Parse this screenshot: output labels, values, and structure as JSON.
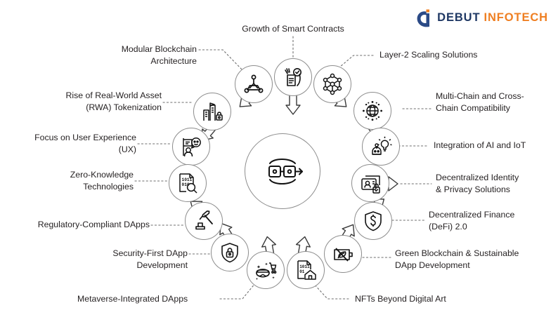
{
  "brand": {
    "name_primary": "DEBUT",
    "name_secondary": "INFOTECH",
    "logo_icon": "debut-d-mark-icon",
    "color_primary": "#1f3864",
    "color_secondary": "#ef7f22"
  },
  "diagram": {
    "type": "radial-hub-and-spoke",
    "center": {
      "icon": "blockchain-blocks-link-icon",
      "label": ""
    },
    "nodes": [
      {
        "id": "modular-blockchain-architecture",
        "label": "Modular Blockchain\nArchitecture",
        "icon": "modular-nodes-icon",
        "side": "top-left"
      },
      {
        "id": "growth-of-smart-contracts",
        "label": "Growth of Smart Contracts",
        "icon": "smart-contract-check-icon",
        "side": "top"
      },
      {
        "id": "layer-2-scaling-solutions",
        "label": "Layer-2 Scaling Solutions",
        "icon": "network-mesh-icon",
        "side": "top-right"
      },
      {
        "id": "rise-of-rwa-tokenization",
        "label": "Rise of Real-World Asset\n(RWA) Tokenization",
        "icon": "buildings-lock-icon",
        "side": "left"
      },
      {
        "id": "multi-chain-cross-chain-compatibility",
        "label": "Multi-Chain and Cross-\nChain Compatibility",
        "icon": "globe-network-icon",
        "side": "right"
      },
      {
        "id": "focus-on-user-experience",
        "label": "Focus on User Experience\n(UX)",
        "icon": "user-feedback-smile-icon",
        "side": "left"
      },
      {
        "id": "integration-of-ai-and-iot",
        "label": "Integration of AI and IoT",
        "icon": "robot-bulb-icon",
        "side": "right"
      },
      {
        "id": "zero-knowledge-technologies",
        "label": "Zero-Knowledge\nTechnologies",
        "icon": "binary-document-search-icon",
        "side": "left"
      },
      {
        "id": "decentralized-identity-privacy",
        "label": "Decentralized Identity\n& Privacy Solutions",
        "icon": "id-card-lock-icon",
        "side": "right"
      },
      {
        "id": "regulatory-compliant-dapps",
        "label": "Regulatory-Compliant DApps",
        "icon": "gavel-auction-icon",
        "side": "left"
      },
      {
        "id": "decentralized-finance-defi-2",
        "label": "Decentralized Finance\n(DeFi) 2.0",
        "icon": "shield-dollar-icon",
        "side": "right"
      },
      {
        "id": "security-first-dapp-development",
        "label": "Security-First DApp\nDevelopment",
        "icon": "shield-lock-icon",
        "side": "bottom-left"
      },
      {
        "id": "green-blockchain-sustainable",
        "label": "Green Blockchain & Sustainable\nDApp Development",
        "icon": "eco-battery-leaf-icon",
        "side": "bottom-right"
      },
      {
        "id": "metaverse-integrated-dapps",
        "label": "Metaverse-Integrated DApps",
        "icon": "vr-headset-shopping-icon",
        "side": "bottom"
      },
      {
        "id": "nfts-beyond-digital-art",
        "label": "NFTs Beyond Digital Art",
        "icon": "nft-document-house-icon",
        "side": "bottom"
      }
    ]
  },
  "style": {
    "stroke_color": "#8d8d8d",
    "icon_color": "#111111",
    "text_color": "#231f20",
    "background": "#ffffff"
  }
}
